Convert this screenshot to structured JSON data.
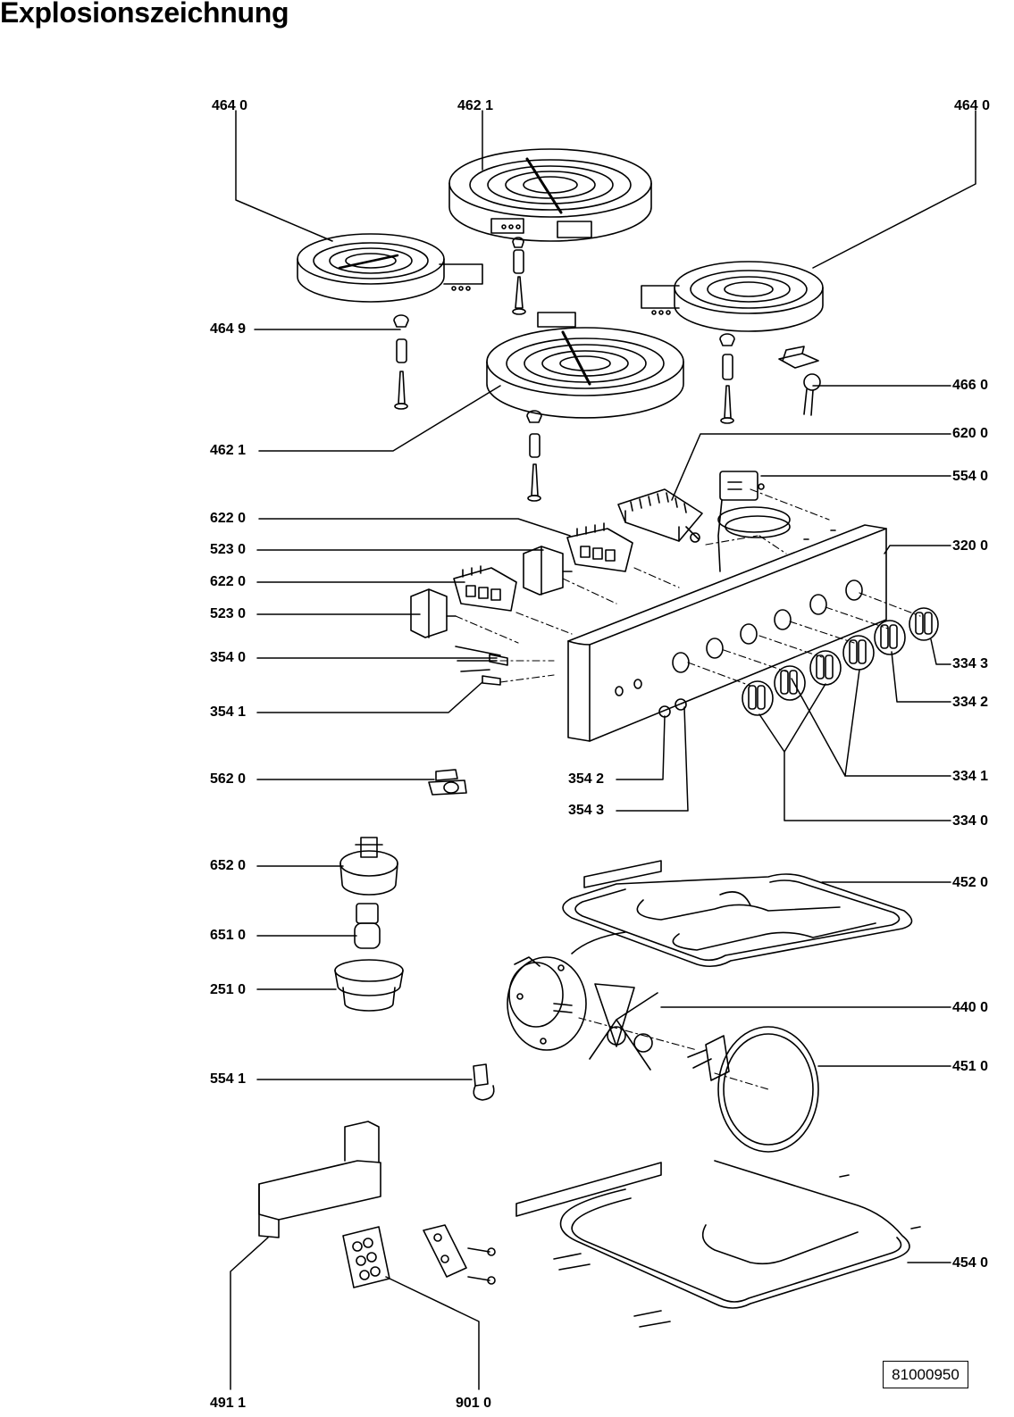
{
  "title": "Explosionszeichnung",
  "drawing_number": "81000950",
  "callouts": {
    "c4640_tl": "464 0",
    "c4621_top": "462 1",
    "c4640_tr": "464 0",
    "c4649": "464 9",
    "c4660": "466 0",
    "c4621_mid": "462 1",
    "c6200": "620 0",
    "c5540": "554 0",
    "c6220_a": "622 0",
    "c5230_a": "523 0",
    "c3200": "320 0",
    "c6220_b": "622 0",
    "c5230_b": "523 0",
    "c3540": "354 0",
    "c3343": "334 3",
    "c3342": "334 2",
    "c3541": "354 1",
    "c5620": "562 0",
    "c3542": "354 2",
    "c3341": "334 1",
    "c3543": "354 3",
    "c3340": "334 0",
    "c6520": "652 0",
    "c4520": "452 0",
    "c6510": "651 0",
    "c2510": "251 0",
    "c4400": "440 0",
    "c4510": "451 0",
    "c5541": "554 1",
    "c4540": "454 0",
    "c4911": "491 1",
    "c9010": "901 0"
  }
}
